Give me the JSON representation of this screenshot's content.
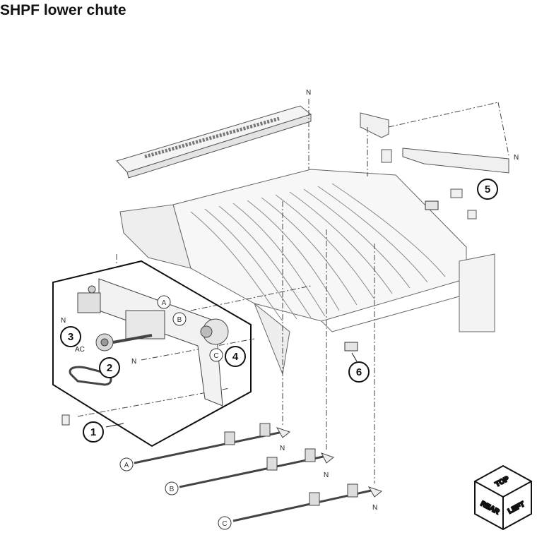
{
  "title": "SHPF lower chute",
  "callouts": [
    "1",
    "2",
    "3",
    "4",
    "5",
    "6"
  ],
  "letters": {
    "a": "A",
    "b": "B",
    "c": "C",
    "n": "N",
    "ac": "AC"
  },
  "orientation": {
    "top": "TOP",
    "rear": "REAR",
    "left": "LEFT"
  }
}
